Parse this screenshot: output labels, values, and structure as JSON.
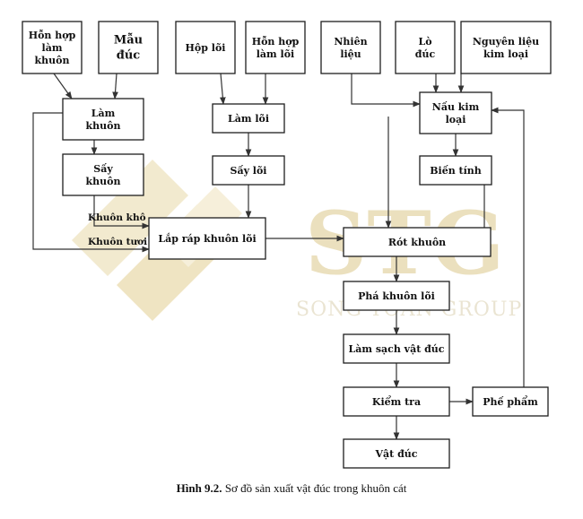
{
  "nodes": [
    {
      "id": "hon-hop-lam-khuon",
      "lines": [
        "Hỗn hợp",
        "làm",
        "khuôn"
      ]
    },
    {
      "id": "mau-duc",
      "lines": [
        "Mẫu",
        "đúc"
      ],
      "big": true
    },
    {
      "id": "hop-loi",
      "lines": [
        "Hộp lõi"
      ]
    },
    {
      "id": "hon-hop-lam-loi",
      "lines": [
        "Hỗn hợp",
        "làm lõi"
      ]
    },
    {
      "id": "nhien-lieu",
      "lines": [
        "Nhiên",
        "liệu"
      ]
    },
    {
      "id": "lo-duc",
      "lines": [
        "Lò",
        "đúc"
      ]
    },
    {
      "id": "nguyen-lieu-kim-loai",
      "lines": [
        "Nguyên liệu",
        "kim loại"
      ]
    },
    {
      "id": "lam-khuon",
      "lines": [
        "Làm",
        "khuôn"
      ]
    },
    {
      "id": "lam-loi",
      "lines": [
        "Làm lõi"
      ]
    },
    {
      "id": "nau-kim-loai",
      "lines": [
        "Nấu kim",
        "loại"
      ]
    },
    {
      "id": "say-khuon",
      "lines": [
        "Sấy",
        "khuôn"
      ]
    },
    {
      "id": "say-loi",
      "lines": [
        "Sấy lõi"
      ]
    },
    {
      "id": "bien-tinh",
      "lines": [
        "Biến tính"
      ]
    },
    {
      "id": "lap-rap-khuon-loi",
      "lines": [
        "Lắp ráp khuôn lõi"
      ]
    },
    {
      "id": "rot-khuon",
      "lines": [
        "Rót khuôn"
      ]
    },
    {
      "id": "pha-khuon-loi",
      "lines": [
        "Phá khuôn lõi"
      ]
    },
    {
      "id": "lam-sach-vat-duc",
      "lines": [
        "Làm sạch vật đúc"
      ]
    },
    {
      "id": "kiem-tra",
      "lines": [
        "Kiểm tra"
      ]
    },
    {
      "id": "phe-pham",
      "lines": [
        "Phế phẩm"
      ]
    },
    {
      "id": "vat-duc",
      "lines": [
        "Vật đúc"
      ]
    }
  ],
  "edges": [
    {
      "from": "hon-hop-lam-khuon",
      "to": "lam-khuon"
    },
    {
      "from": "mau-duc",
      "to": "lam-khuon"
    },
    {
      "from": "hop-loi",
      "to": "lam-loi"
    },
    {
      "from": "hon-hop-lam-loi",
      "to": "lam-loi"
    },
    {
      "from": "nhien-lieu",
      "to": "nau-kim-loai"
    },
    {
      "from": "lo-duc",
      "to": "nau-kim-loai"
    },
    {
      "from": "nguyen-lieu-kim-loai",
      "to": "nau-kim-loai"
    },
    {
      "from": "lam-khuon",
      "to": "say-khuon"
    },
    {
      "from": "say-khuon",
      "to": "lap-rap-khuon-loi",
      "label": "Khuôn khô"
    },
    {
      "from": "lam-khuon",
      "to": "lap-rap-khuon-loi",
      "label": "Khuôn tươi"
    },
    {
      "from": "lam-loi",
      "to": "say-loi"
    },
    {
      "from": "say-loi",
      "to": "lap-rap-khuon-loi"
    },
    {
      "from": "nau-kim-loai",
      "to": "bien-tinh"
    },
    {
      "from": "bien-tinh",
      "to": "rot-khuon"
    },
    {
      "from": "nau-kim-loai",
      "to": "rot-khuon"
    },
    {
      "from": "lap-rap-khuon-loi",
      "to": "rot-khuon"
    },
    {
      "from": "rot-khuon",
      "to": "pha-khuon-loi"
    },
    {
      "from": "pha-khuon-loi",
      "to": "lam-sach-vat-duc"
    },
    {
      "from": "lam-sach-vat-duc",
      "to": "kiem-tra"
    },
    {
      "from": "kiem-tra",
      "to": "vat-duc"
    },
    {
      "from": "kiem-tra",
      "to": "phe-pham"
    },
    {
      "from": "phe-pham",
      "to": "nau-kim-loai"
    }
  ],
  "watermark": {
    "text": "STG",
    "subtext": "SONG TOAN GROUP",
    "color": "#d9c27a"
  },
  "caption": {
    "label": "Hình 9.2.",
    "text": " Sơ đồ sản xuất vật đúc trong khuôn cát"
  }
}
